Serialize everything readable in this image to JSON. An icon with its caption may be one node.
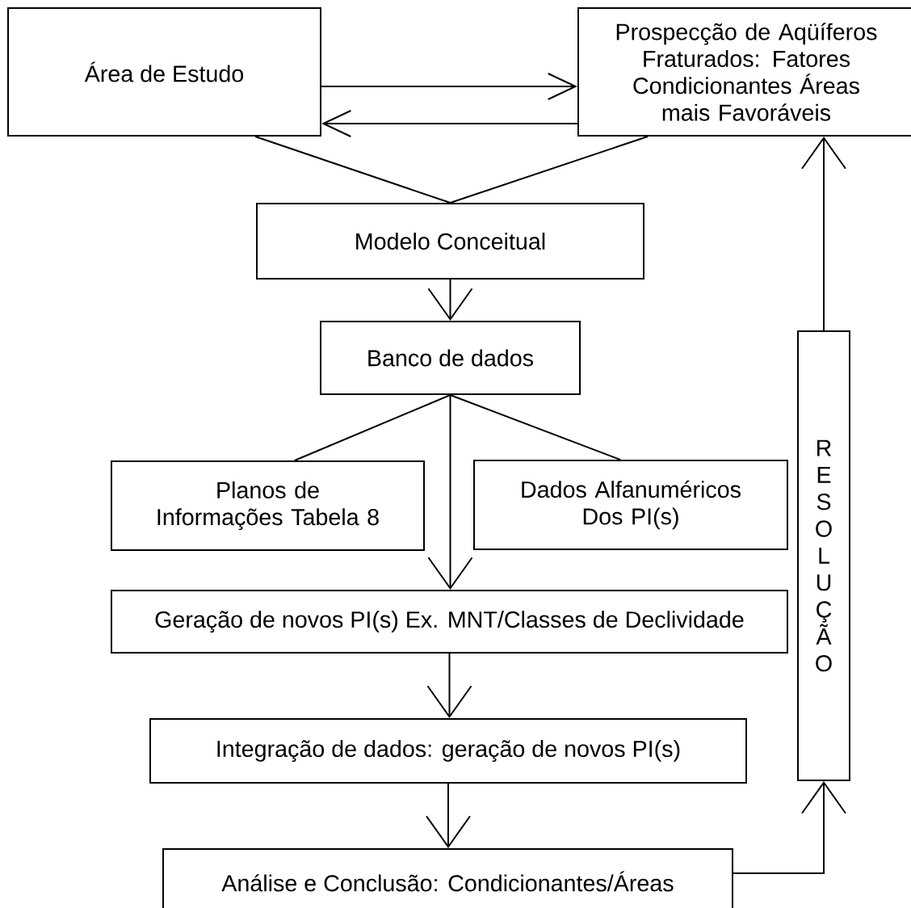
{
  "diagram": {
    "nodes": [
      {
        "text": [
          "Área de Estudo"
        ]
      },
      {
        "text": [
          "Prospecção de Aqüíferos Fraturados: Fatores Condicionantes Áreas mais Favoráveis"
        ]
      },
      {
        "text": [
          "Modelo Conceitual"
        ]
      },
      {
        "text": [
          "Banco de dados"
        ]
      },
      {
        "text": [
          "Planos de Informações Tabela 8"
        ]
      },
      {
        "text": [
          "Dados Alfanuméricos Dos PI(s)"
        ]
      },
      {
        "text": [
          "Geração de novos PI(s) Ex. MNT/Classes de Declividade"
        ]
      },
      {
        "text": [
          "Integração de dados: geração de novos PI(s)"
        ]
      },
      {
        "text": [
          "Análise e Conclusão: Condicionantes/Áreas"
        ]
      },
      {
        "text": [
          "RESOLUÇÃO"
        ]
      }
    ],
    "edges": [
      {
        "from": 0,
        "to": 1,
        "arrow": "to"
      },
      {
        "from": 1,
        "to": 0,
        "arrow": "to"
      },
      {
        "from": 0,
        "to": 2,
        "arrow": "none"
      },
      {
        "from": 1,
        "to": 2,
        "arrow": "none"
      },
      {
        "from": 2,
        "to": 3,
        "arrow": "to"
      },
      {
        "from": 3,
        "to": 4,
        "arrow": "none"
      },
      {
        "from": 3,
        "to": 5,
        "arrow": "none"
      },
      {
        "from": 3,
        "to": 6,
        "arrow": "to"
      },
      {
        "from": 6,
        "to": 7,
        "arrow": "to"
      },
      {
        "from": 7,
        "to": 8,
        "arrow": "to"
      },
      {
        "from": 8,
        "to": 9,
        "arrow": "to"
      },
      {
        "from": 9,
        "to": 1,
        "arrow": "to"
      }
    ]
  }
}
